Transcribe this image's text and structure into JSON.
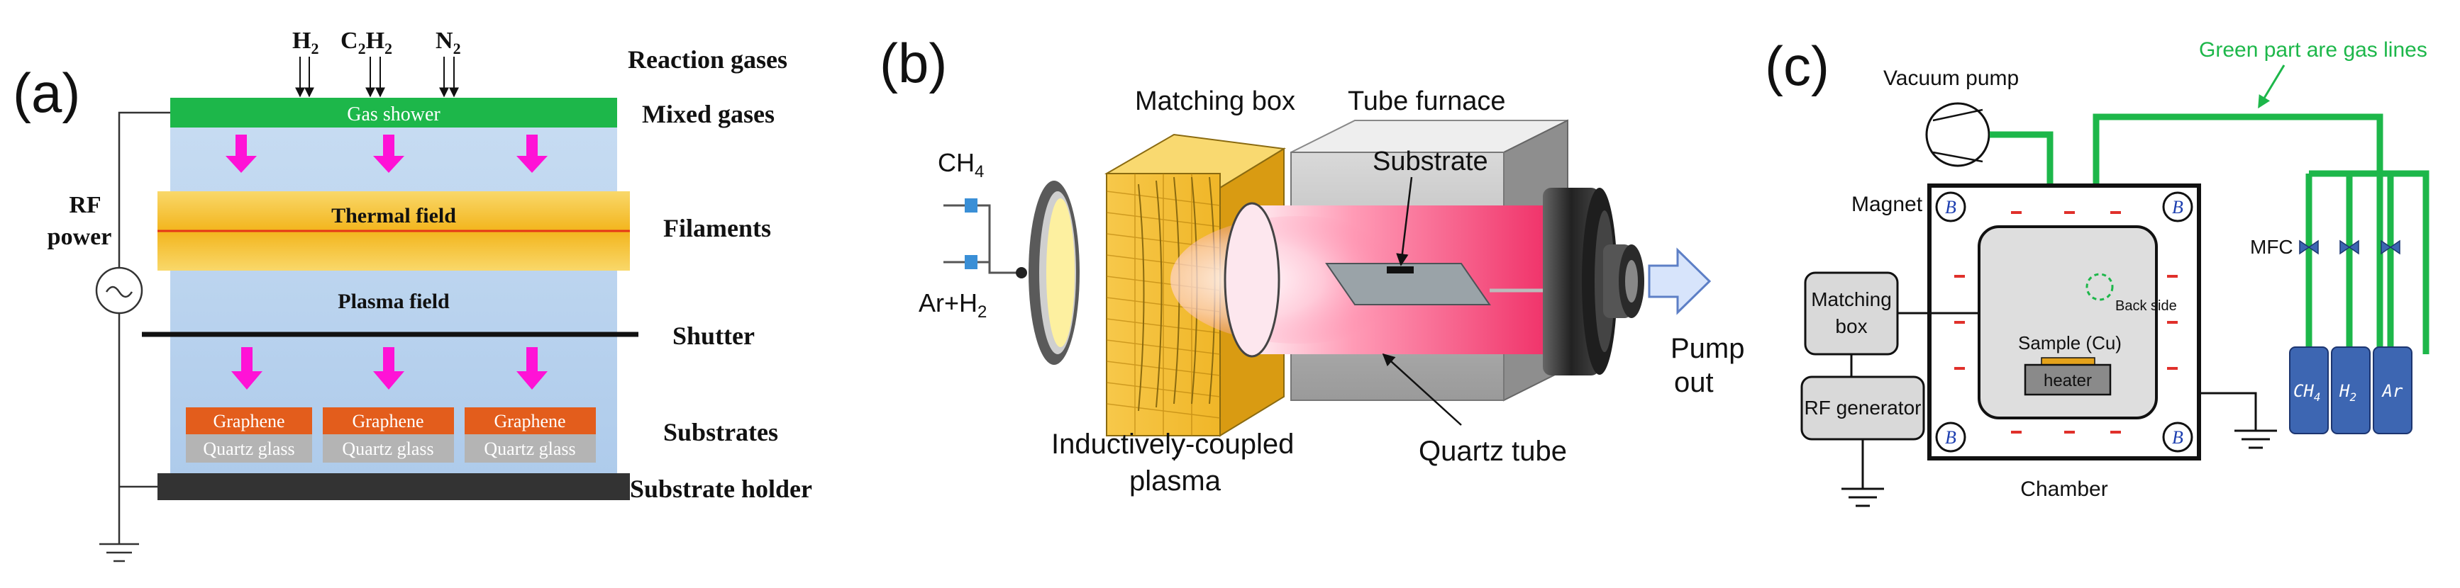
{
  "panel_a": {
    "panel_label": "(a)",
    "gas_h": "H",
    "gas_h_sub": "2",
    "gas_c": "C",
    "gas_c_sub1": "2",
    "gas_c_mid": "H",
    "gas_c_sub2": "2",
    "gas_n": "N",
    "gas_n_sub": "2",
    "gas_shower": "Gas shower",
    "thermal_field": "Thermal field",
    "plasma_field": "Plasma field",
    "rf_line1": "RF",
    "rf_line2": "power",
    "graphene": "Graphene",
    "quartz_glass": "Quartz glass",
    "label_reaction_gases": "Reaction gases",
    "label_mixed_gases": "Mixed gases",
    "label_filaments": "Filaments",
    "label_shutter": "Shutter",
    "label_substrates": "Substrates",
    "label_substrate_holder": "Substrate holder"
  },
  "panel_b": {
    "panel_label": "(b)",
    "ch4_main": "CH",
    "ch4_sub": "4",
    "arh2_main": "Ar+H",
    "arh2_sub": "2",
    "matching_box": "Matching box",
    "tube_furnace": "Tube furnace",
    "substrate": "Substrate",
    "icp_line1": "Inductively-coupled",
    "icp_line2": "plasma",
    "quartz_tube": "Quartz tube",
    "pump_line1": "Pump",
    "pump_line2": "out"
  },
  "panel_c": {
    "panel_label": "(c)",
    "vacuum_pump": "Vacuum pump",
    "gas_lines_note": "Green part are gas lines",
    "magnet": "Magnet",
    "mfc": "MFC",
    "matching_line1": "Matching",
    "matching_line2": "box",
    "rf_generator": "RF generator",
    "back_side": "Back side",
    "sample": "Sample (Cu)",
    "heater": "heater",
    "chamber": "Chamber",
    "b_symbol": "B",
    "cyl_ch4_main": "CH",
    "cyl_ch4_sub": "4",
    "cyl_h2_main": "H",
    "cyl_h2_sub": "2",
    "cyl_ar": "Ar"
  },
  "colors": {
    "gas_green": "#1db74a",
    "plasma_blue": "#b9d4ee",
    "thermal_orange": "#f6c02a",
    "arrow_magenta": "#ff12d6",
    "graphene_orange": "#e35d1c",
    "quartz_gray": "#b4b4b4",
    "cylinder_blue": "#3d66b2",
    "chamber_fill": "#dedede"
  }
}
